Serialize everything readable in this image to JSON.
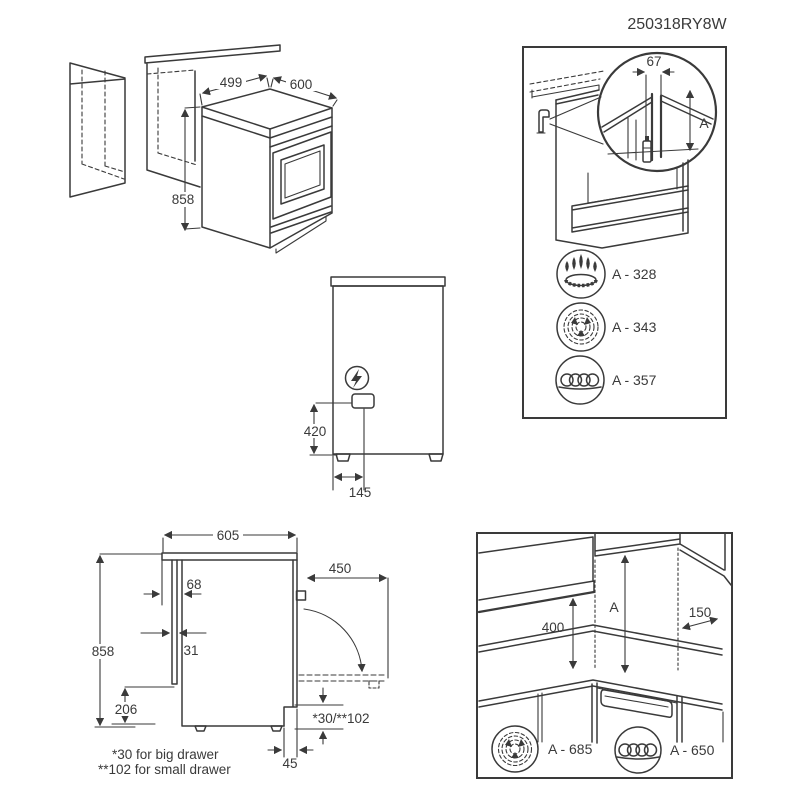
{
  "header": {
    "code": "250318RY8W"
  },
  "colors": {
    "line": "#3a3a3a",
    "background": "#ffffff"
  },
  "iso_view": {
    "depth": "499",
    "width": "600",
    "height": "858"
  },
  "rear_clearance_panel": {
    "detail_width": "67",
    "detail_height_label": "A",
    "hob_types": [
      {
        "icon": "gas-burner-icon",
        "label": "A - 328"
      },
      {
        "icon": "radiant-zone-icon",
        "label": "A - 343"
      },
      {
        "icon": "coil-element-icon",
        "label": "A - 357"
      }
    ]
  },
  "rear_view": {
    "socket_height": "420",
    "socket_offset": "145"
  },
  "side_view": {
    "depth": "605",
    "height": "858",
    "rear_gap": "68",
    "rail_depth": "31",
    "rail_height": "206",
    "door_clearance": "450",
    "plinth_recess": "45",
    "drawer_recess": "*30/**102",
    "note_big_drawer": "*30 for big drawer",
    "note_small_drawer": "**102 for small drawer"
  },
  "installation_panel": {
    "left_clearance": "400",
    "hood_clearance_label": "A",
    "side_clearance": "150",
    "hob_types": [
      {
        "icon": "radiant-zone-icon",
        "label": "A - 685"
      },
      {
        "icon": "coil-element-icon",
        "label": "A - 650"
      }
    ]
  }
}
